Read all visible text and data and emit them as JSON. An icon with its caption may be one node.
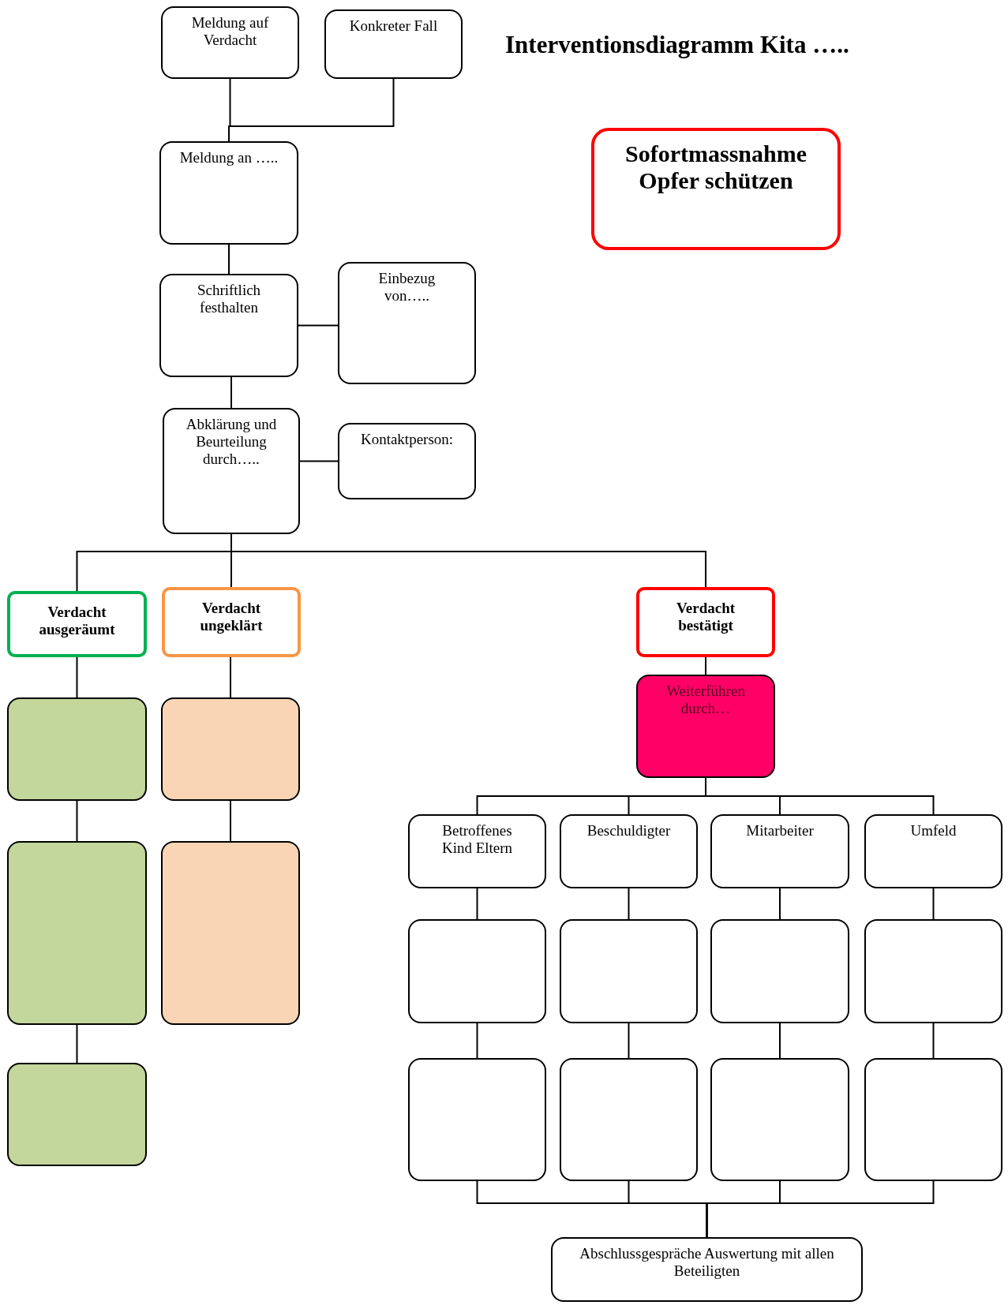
{
  "diagram": {
    "title": "Interventionsdiagramm Kita …..",
    "nodes": [
      {
        "text": [
          "Meldung auf Verdacht"
        ]
      },
      {
        "text": [
          "Konkreter Fall"
        ]
      },
      {
        "text": [
          "Meldung an ….."
        ]
      },
      {
        "text": [
          "Schriftlich festhalten"
        ]
      },
      {
        "text": [
          "Einbezug von….."
        ]
      },
      {
        "text": [
          "Abklärung und Beurteilung durch….."
        ]
      },
      {
        "text": [
          "Kontaktperson:"
        ]
      },
      {
        "text": [
          "Sofortmassnahme Opfer schützen"
        ]
      },
      {
        "text": [
          "Verdacht ausgeräumt"
        ]
      },
      {
        "text": [
          "Verdacht ungeklärt"
        ]
      },
      {
        "text": [
          "Verdacht bestätigt"
        ]
      },
      {
        "text": [],
        "shape": "box"
      },
      {
        "text": [],
        "shape": "box"
      },
      {
        "text": [
          "Weiterführen durch…"
        ]
      },
      {
        "text": [],
        "shape": "box"
      },
      {
        "text": [],
        "shape": "box"
      },
      {
        "text": [
          "Betroffenes Kind Eltern"
        ]
      },
      {
        "text": [
          "Beschuldigter"
        ]
      },
      {
        "text": [
          "Mitarbeiter"
        ]
      },
      {
        "text": [
          "Umfeld"
        ]
      },
      {
        "text": [],
        "shape": "box"
      },
      {
        "text": [],
        "shape": "box"
      },
      {
        "text": [],
        "shape": "box"
      },
      {
        "text": [],
        "shape": "box"
      },
      {
        "text": [],
        "shape": "box"
      },
      {
        "text": [],
        "shape": "box"
      },
      {
        "text": [],
        "shape": "box"
      },
      {
        "text": [],
        "shape": "box"
      },
      {
        "text": [],
        "shape": "box"
      },
      {
        "text": [
          "Abschlussgespräche Auswertung mit allen Beteiligten"
        ]
      }
    ],
    "edges": [
      {
        "from": 0,
        "to": 2,
        "arrow": "none"
      },
      {
        "from": 1,
        "to": 2,
        "arrow": "none"
      },
      {
        "from": 2,
        "to": 3,
        "arrow": "none"
      },
      {
        "from": 3,
        "to": 4,
        "arrow": "none"
      },
      {
        "from": 3,
        "to": 5,
        "arrow": "none"
      },
      {
        "from": 5,
        "to": 6,
        "arrow": "none"
      },
      {
        "from": 5,
        "to": 8,
        "arrow": "none"
      },
      {
        "from": 5,
        "to": 9,
        "arrow": "none"
      },
      {
        "from": 5,
        "to": 10,
        "arrow": "none"
      },
      {
        "from": 8,
        "to": 11,
        "arrow": "none"
      },
      {
        "from": 9,
        "to": 12,
        "arrow": "none"
      },
      {
        "from": 10,
        "to": 13,
        "arrow": "none"
      },
      {
        "from": 11,
        "to": 14,
        "arrow": "none"
      },
      {
        "from": 12,
        "to": 15,
        "arrow": "none"
      },
      {
        "from": 14,
        "to": 24,
        "arrow": "none"
      },
      {
        "from": 13,
        "to": 16,
        "arrow": "none"
      },
      {
        "from": 13,
        "to": 17,
        "arrow": "none"
      },
      {
        "from": 13,
        "to": 18,
        "arrow": "none"
      },
      {
        "from": 13,
        "to": 19,
        "arrow": "none"
      },
      {
        "from": 16,
        "to": 20,
        "arrow": "none"
      },
      {
        "from": 17,
        "to": 21,
        "arrow": "none"
      },
      {
        "from": 18,
        "to": 22,
        "arrow": "none"
      },
      {
        "from": 19,
        "to": 23,
        "arrow": "none"
      },
      {
        "from": 20,
        "to": 25,
        "arrow": "none"
      },
      {
        "from": 21,
        "to": 26,
        "arrow": "none"
      },
      {
        "from": 22,
        "to": 27,
        "arrow": "none"
      },
      {
        "from": 23,
        "to": 28,
        "arrow": "none"
      },
      {
        "from": 25,
        "to": 29,
        "arrow": "none"
      },
      {
        "from": 26,
        "to": 29,
        "arrow": "none"
      },
      {
        "from": 27,
        "to": 29,
        "arrow": "none"
      },
      {
        "from": 28,
        "to": 29,
        "arrow": "none"
      }
    ]
  }
}
